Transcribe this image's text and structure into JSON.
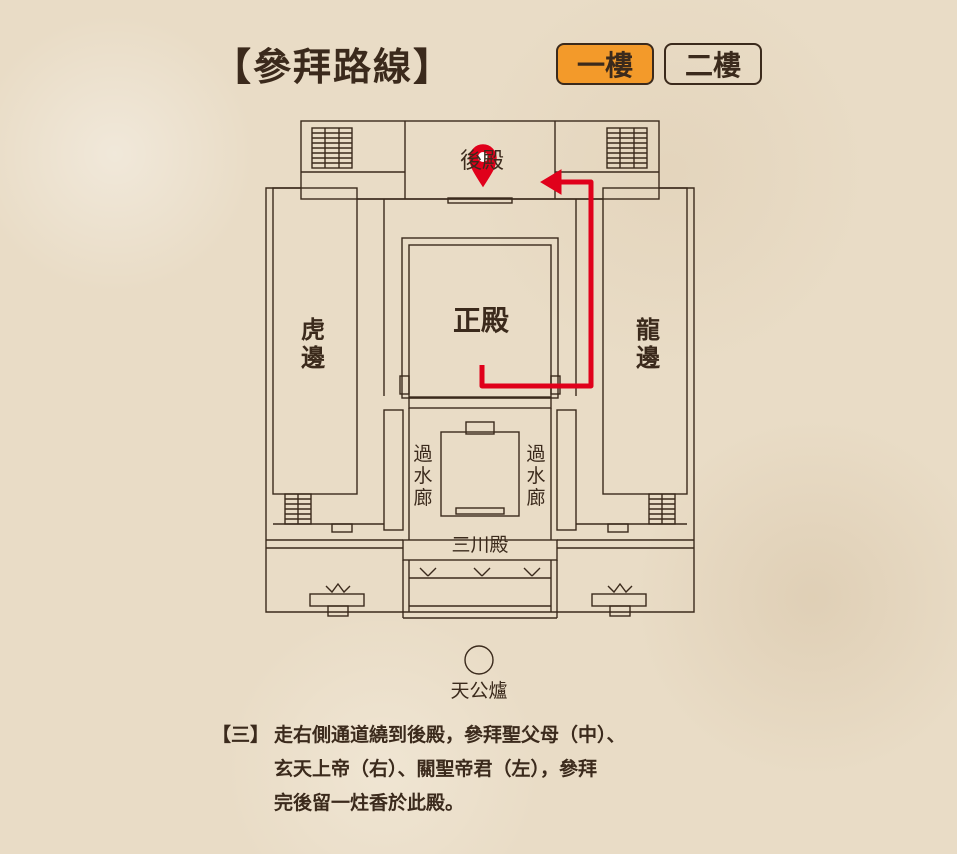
{
  "title": "【參拜路線】",
  "floor_tabs": [
    {
      "label": "一樓",
      "active": true
    },
    {
      "label": "二樓",
      "active": false
    }
  ],
  "map": {
    "rear_hall": "後殿",
    "main_hall": "正殿",
    "tiger_side": [
      "虎",
      "邊"
    ],
    "dragon_side": [
      "龍",
      "邊"
    ],
    "corridor_left": [
      "過",
      "水",
      "廊"
    ],
    "corridor_right": [
      "過",
      "水",
      "廊"
    ],
    "front_hall": "三川殿",
    "incense_burner": "天公爐",
    "route_color": "#e0001b",
    "pin_icon": "location-pin-icon"
  },
  "step": {
    "marker": "【三】",
    "lines": [
      "走右側通道繞到後殿，參拜聖父母（中）、",
      "玄天上帝（右）、關聖帝君（左），參拜",
      "完後留一炷香於此殿。"
    ]
  },
  "colors": {
    "accent": "#f39a2a",
    "ink": "#3b2a1c",
    "route": "#e0001b",
    "background": "#e9dcc6"
  }
}
